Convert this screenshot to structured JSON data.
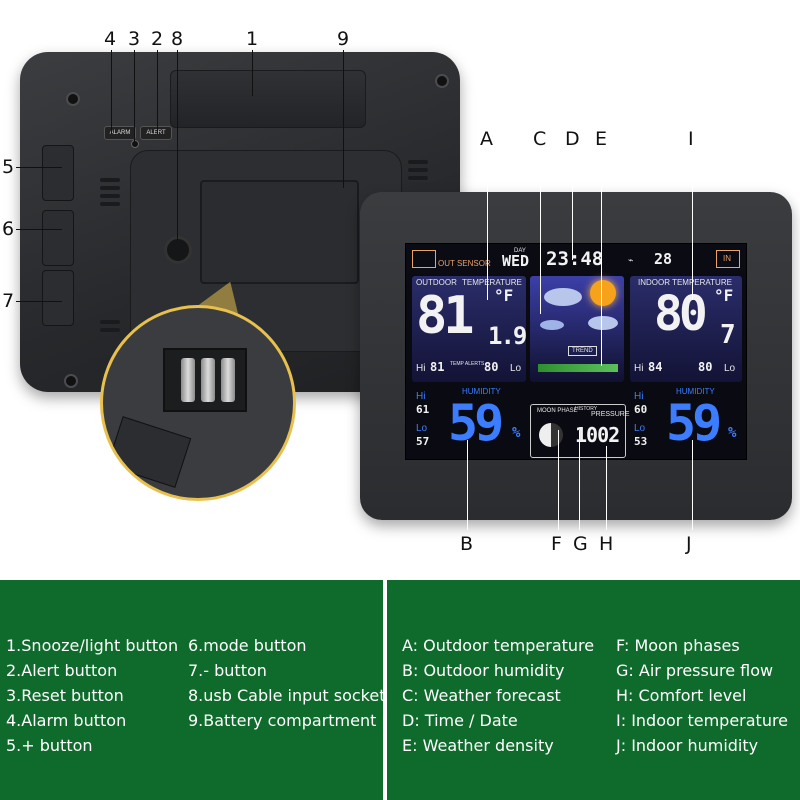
{
  "callouts": {
    "c4": "4",
    "c3": "3",
    "c2": "2",
    "c8": "8",
    "c1": "1",
    "c9": "9",
    "c5": "5",
    "c6": "6",
    "c7": "7",
    "cA": "A",
    "cC": "C",
    "cD": "D",
    "cE": "E",
    "cI": "I",
    "cB": "B",
    "cF": "F",
    "cG": "G",
    "cH": "H",
    "cJ": "J"
  },
  "back_device": {
    "alarm_label": "ALARM",
    "alert_label": "ALERT"
  },
  "display": {
    "out_sensor": "OUT SENSOR",
    "day_label": "DAY",
    "day": "WED",
    "time": "23:48",
    "date": "28",
    "in_label": "IN",
    "outdoor_label": "OUTDOOR",
    "temperature_label": "TEMPERATURE",
    "outdoor_temp_int": "81",
    "outdoor_temp_dec": "1.9",
    "unit_f": "°F",
    "hi_label": "Hi",
    "lo_label": "Lo",
    "outdoor_hi": "81",
    "outdoor_lo": "80",
    "temp_alerts_label": "TEMP ALERTS",
    "trend_label": "TREND",
    "indoor_temperature_label": "INDOOR TEMPERATURE",
    "indoor_temp_int": "80",
    "indoor_temp_dec": "7",
    "indoor_hi": "84",
    "indoor_lo": "80",
    "humidity_label": "HUMIDITY",
    "outdoor_hum_hi": "61",
    "outdoor_hum_lo": "57",
    "outdoor_humidity": "59",
    "percent": "%",
    "moon_phase_label": "MOON PHASE",
    "history_label": "HISTORY",
    "pressure_label": "PRESSURE",
    "pressure_value": "1002",
    "indoor_hum_hi": "60",
    "indoor_hum_lo": "53",
    "indoor_humidity": "59"
  },
  "legend_left": [
    "1.Snooze/light button",
    "2.Alert button",
    "3.Reset button",
    "4.Alarm button",
    "5.+ button",
    "6.mode button",
    "7.- button",
    "8.usb Cable input socket",
    "9.Battery compartment"
  ],
  "legend_right": [
    "A: Outdoor temperature",
    "B: Outdoor humidity",
    "C: Weather forecast",
    "D: Time / Date",
    "E: Weather density",
    "F: Moon phases",
    "G: Air pressure flow",
    "H: Comfort level",
    "I: Indoor temperature",
    "J: Indoor humidity"
  ],
  "colors": {
    "legend_bg": "#0f6b2c",
    "accent_blue": "#3c7dff",
    "zoom_ring": "#e8c04e"
  }
}
